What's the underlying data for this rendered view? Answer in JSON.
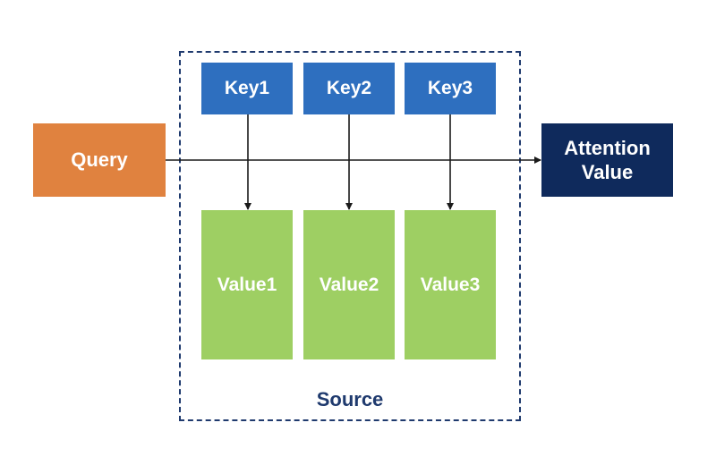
{
  "colors": {
    "key": "#2e6fbf",
    "value": "#9ecf63",
    "query": "#e0823f",
    "attention": "#0f2a5c",
    "source_border": "#1f3a6e",
    "arrow": "#1a1a1a"
  },
  "query": {
    "label": "Query"
  },
  "attention": {
    "line1": "Attention",
    "line2": "Value"
  },
  "source": {
    "label": "Source"
  },
  "keys": [
    "Key1",
    "Key2",
    "Key3"
  ],
  "values": [
    "Value1",
    "Value2",
    "Value3"
  ]
}
